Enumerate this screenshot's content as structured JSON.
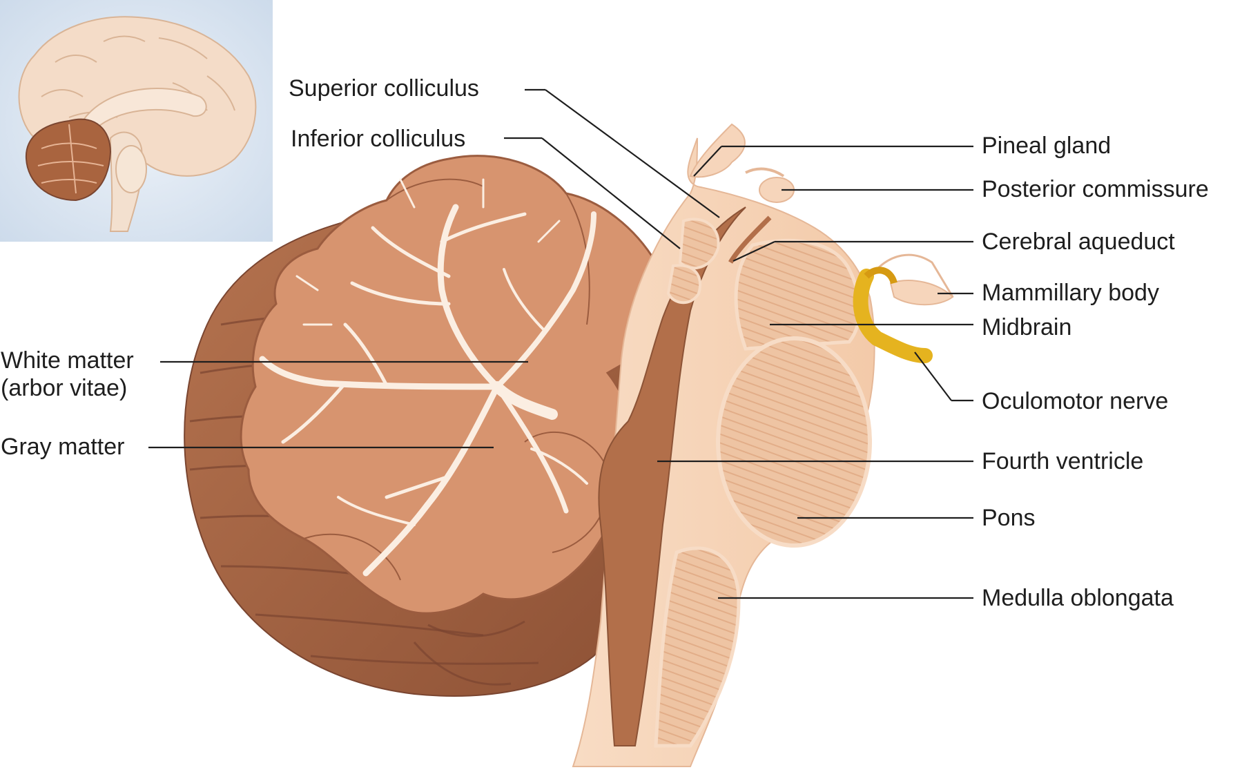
{
  "labels": {
    "superior_colliculus": "Superior colliculus",
    "inferior_colliculus": "Inferior colliculus",
    "pineal_gland": "Pineal gland",
    "posterior_commissure": "Posterior commissure",
    "cerebral_aqueduct": "Cerebral aqueduct",
    "mammillary_body": "Mammillary body",
    "midbrain": "Midbrain",
    "oculomotor_nerve": "Oculomotor nerve",
    "fourth_ventricle": "Fourth ventricle",
    "pons": "Pons",
    "medulla_oblongata": "Medulla oblongata",
    "white_matter_line1": "White matter",
    "white_matter_line2": "(arbor vitae)",
    "gray_matter": "Gray matter"
  },
  "colors": {
    "cerebellum_dark": "#a8684a",
    "cerebellum_mid": "#c8876a",
    "cerebellum_light": "#e6b495",
    "arbor_vitae": "#fbeee2",
    "brainstem": "#f6d5bb",
    "brainstem_inner": "#eec4a3",
    "ventricle": "#b26f4a",
    "nerve_yellow": "#e5b31f",
    "inset_bg": "#dbe6f1",
    "inset_brain": "#f4dcc8",
    "leader_line": "#1e1e1e",
    "label_text": "#1e1e1e"
  },
  "icons": {
    "inset": "mid-sagittal-brain-locator-icon"
  }
}
